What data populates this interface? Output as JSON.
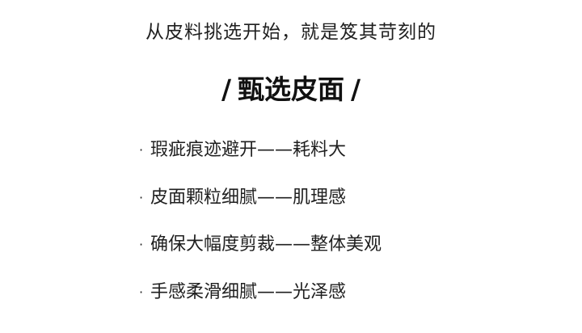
{
  "intro": "从皮料挑选开始，就是笈其苛刻的",
  "heading": {
    "slash_left": "/",
    "title": "甄选皮面",
    "slash_right": "/"
  },
  "features": [
    {
      "bullet": "·",
      "text": "瑕疵痕迹避开——耗料大"
    },
    {
      "bullet": "·",
      "text": "皮面颗粒细腻——肌理感"
    },
    {
      "bullet": "·",
      "text": "确保大幅度剪裁——整体美观"
    },
    {
      "bullet": "·",
      "text": "手感柔滑细腻——光泽感"
    }
  ]
}
